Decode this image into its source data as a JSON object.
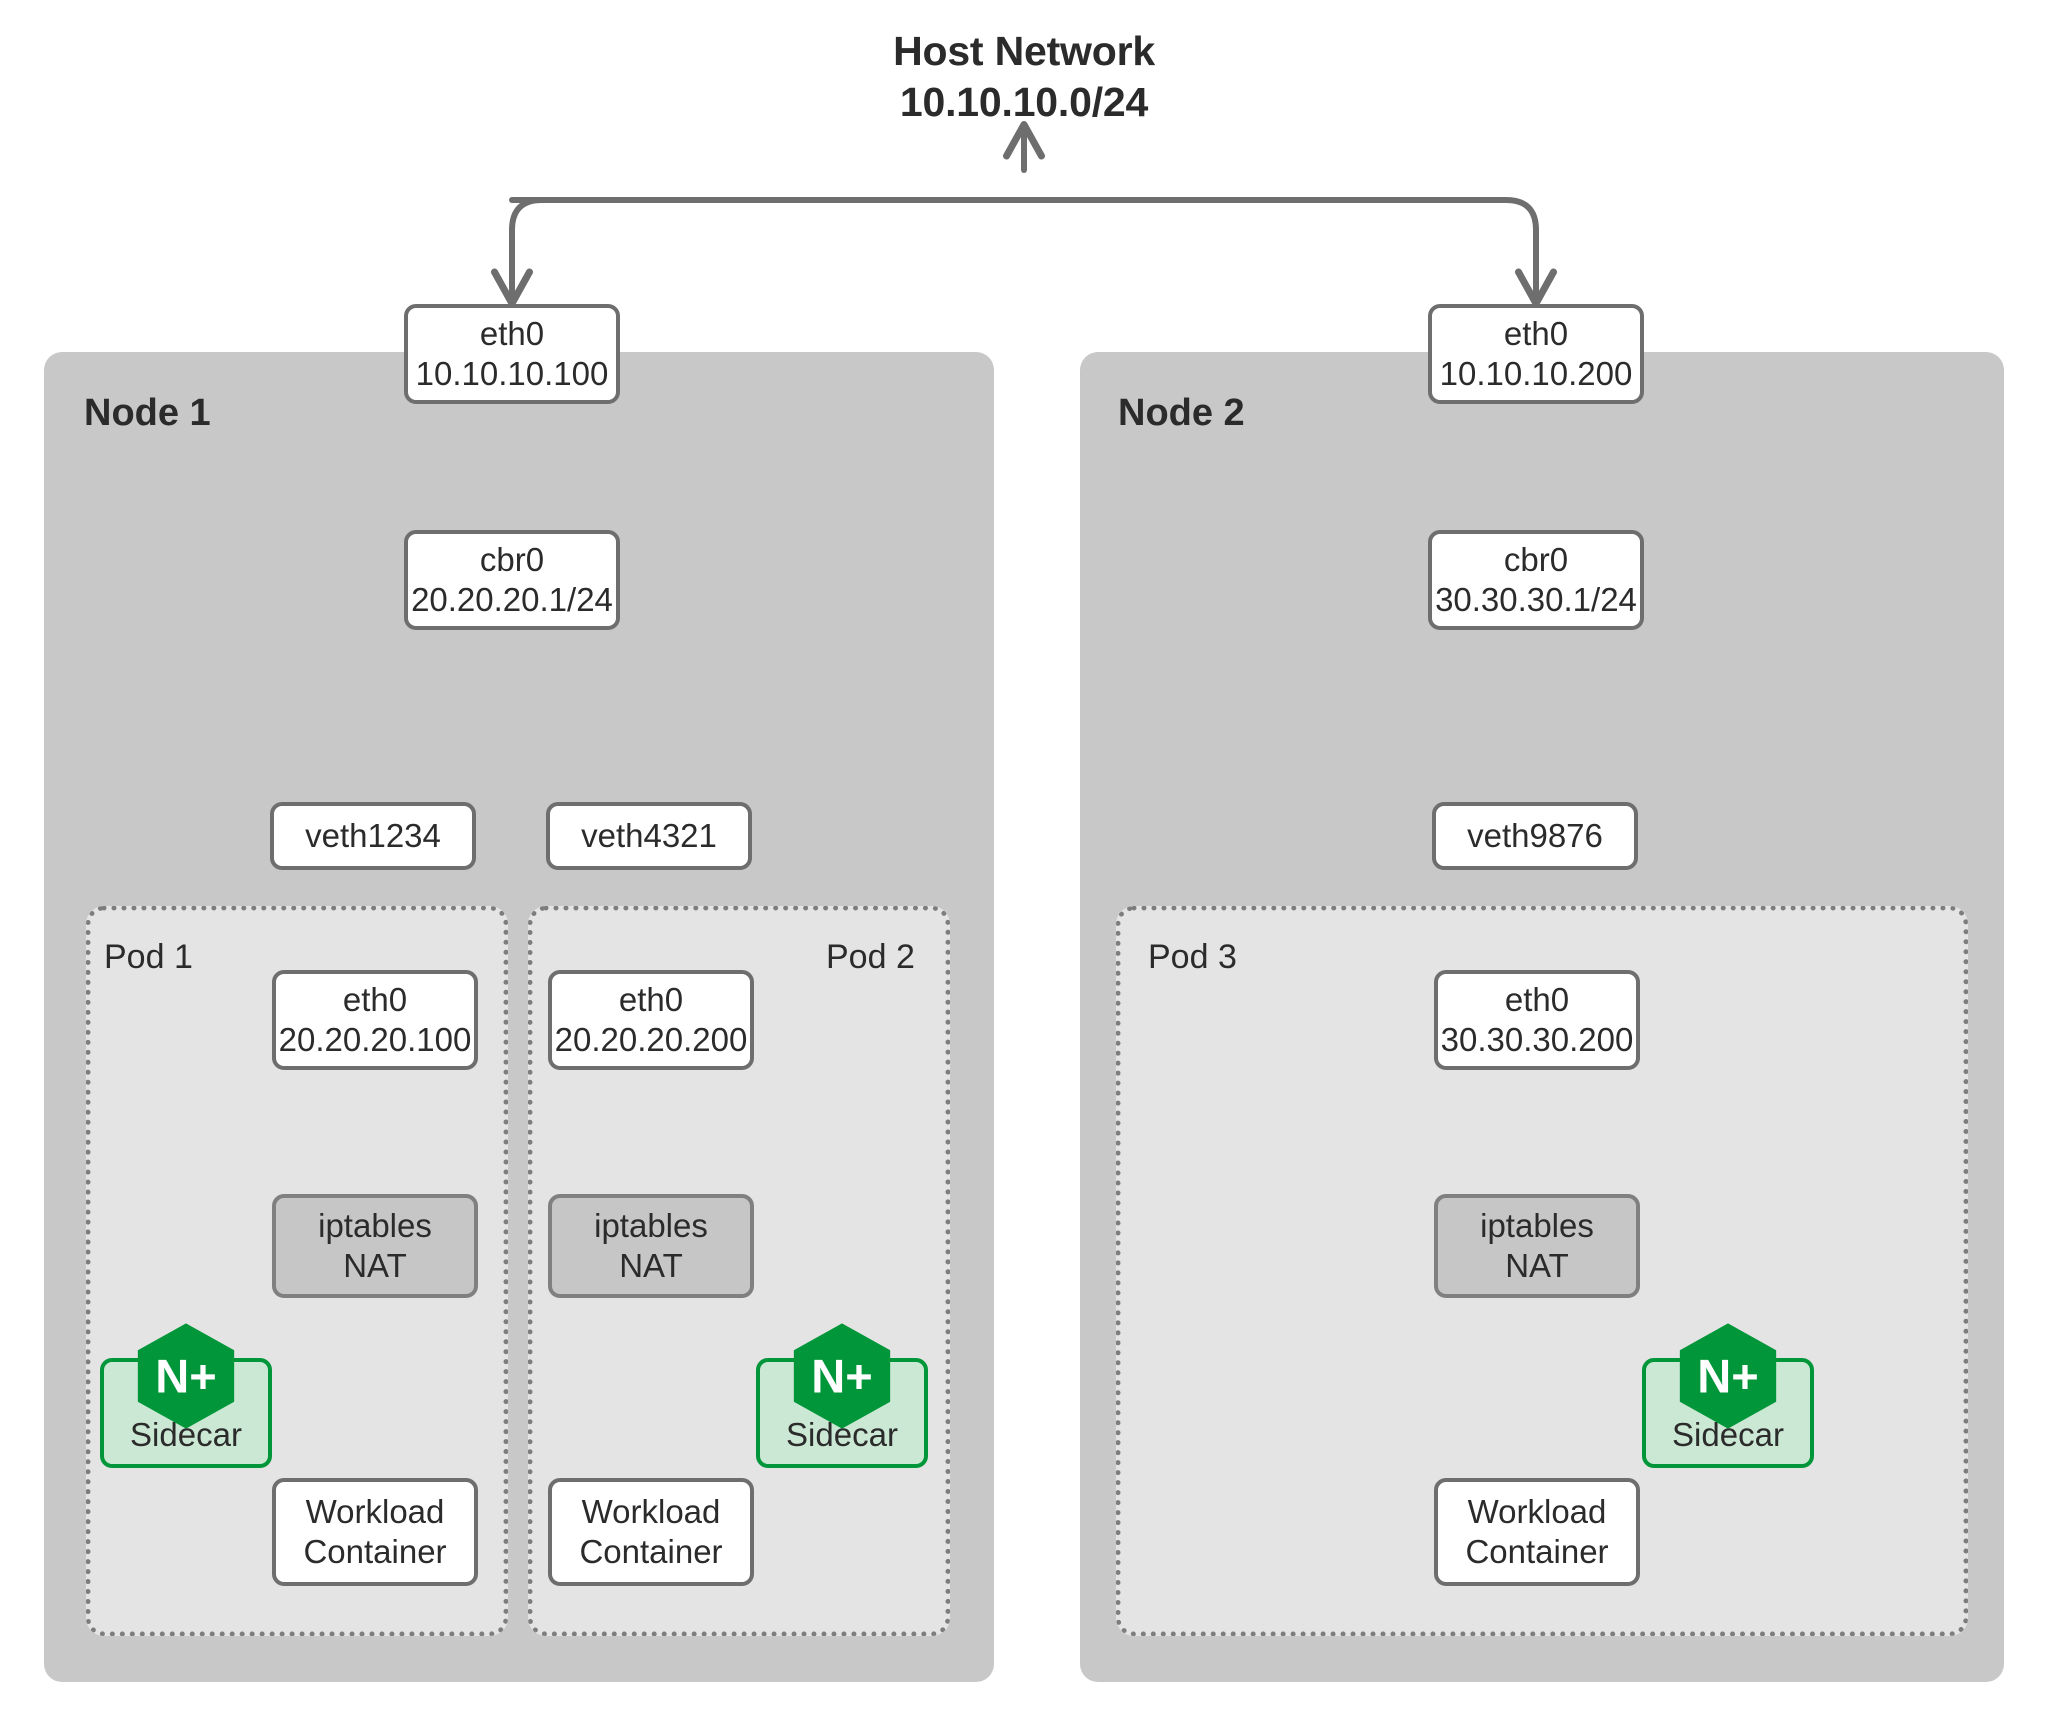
{
  "diagram": {
    "title_line1": "Host Network",
    "title_line2": "10.10.10.0/24"
  },
  "nodes": [
    {
      "id": "node1",
      "label": "Node 1",
      "eth0_line1": "eth0",
      "eth0_line2": "10.10.10.100",
      "bridge_line1": "cbr0",
      "bridge_line2": "20.20.20.1/24",
      "veths": [
        "veth1234",
        "veth4321"
      ]
    },
    {
      "id": "node2",
      "label": "Node 2",
      "eth0_line1": "eth0",
      "eth0_line2": "10.10.10.200",
      "bridge_line1": "cbr0",
      "bridge_line2": "30.30.30.1/24",
      "veths": [
        "veth9876"
      ]
    }
  ],
  "pods": [
    {
      "id": "pod1",
      "label": "Pod 1",
      "eth0_line1": "eth0",
      "eth0_line2": "20.20.20.100",
      "nat_line1": "iptables",
      "nat_line2": "NAT",
      "sidecar_label": "Sidecar",
      "sidecar_logo": "nginx-plus-logo",
      "workload_line1": "Workload",
      "workload_line2": "Container"
    },
    {
      "id": "pod2",
      "label": "Pod 2",
      "eth0_line1": "eth0",
      "eth0_line2": "20.20.20.200",
      "nat_line1": "iptables",
      "nat_line2": "NAT",
      "sidecar_label": "Sidecar",
      "sidecar_logo": "nginx-plus-logo",
      "workload_line1": "Workload",
      "workload_line2": "Container"
    },
    {
      "id": "pod3",
      "label": "Pod 3",
      "eth0_line1": "eth0",
      "eth0_line2": "30.30.30.200",
      "nat_line1": "iptables",
      "nat_line2": "NAT",
      "sidecar_label": "Sidecar",
      "sidecar_logo": "nginx-plus-logo",
      "workload_line1": "Workload",
      "workload_line2": "Container"
    }
  ],
  "logo": {
    "text": "N+"
  },
  "colors": {
    "nginx_green": "#009639",
    "sidecar_fill": "#cbe8d4",
    "node_fill": "#c8c8c8",
    "pod_fill": "#e4e4e4",
    "nat_fill": "#c6c6c6",
    "stroke": "#6e6e6e",
    "text": "#2b2b2b"
  }
}
